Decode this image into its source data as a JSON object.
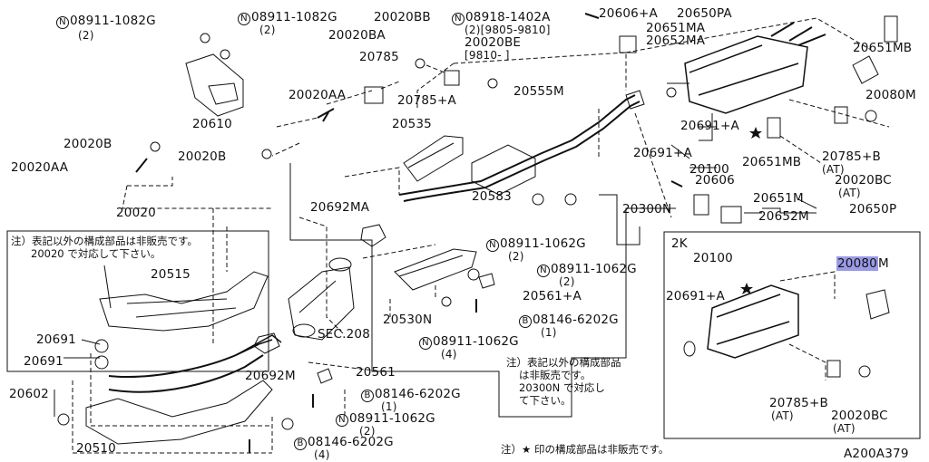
{
  "labels": {
    "p08911_1082g_l": "08911-1082G",
    "p08911_1082g_l_qty": "(2)",
    "p08911_1082g_r": "08911-1082G",
    "p08911_1082g_r_qty": "(2)",
    "p20020bb": "20020BB",
    "p08918_1402a": "08918-1402A",
    "p08918_1402a_qty": "(2)[9805-9810]",
    "p20020be": "20020BE",
    "p20020be_date": "[9810-    ]",
    "p20606a": "20606+A",
    "p20650pa": "20650PA",
    "p20651ma": "20651MA",
    "p20652ma": "20652MA",
    "p20651mb_top": "20651MB",
    "p20020ba": "20020BA",
    "p20785": "20785",
    "p20785a": "20785+A",
    "p20555m": "20555M",
    "p20080m_top": "20080M",
    "p20610": "20610",
    "p20020aa_top": "20020AA",
    "p20691a_top": "20691+A",
    "p20535": "20535",
    "p20785b_top": "20785+B",
    "p20785b_top_at": "(AT)",
    "p20020b_left": "20020B",
    "p20020b_mid": "20020B",
    "p20691a_mid": "20691+A",
    "p20100_top": "20100",
    "p20651mb_mid": "20651MB",
    "p20020aa_left": "20020AA",
    "p20020bc_top": "20020BC",
    "p20020bc_top_at": "(AT)",
    "p20606": "20606",
    "p20583": "20583",
    "p20300n": "20300N",
    "p20651m": "20651M",
    "p20652m": "20652M",
    "p20650p": "20650P",
    "p20020": "20020",
    "p20692ma": "20692MA",
    "p08911_1062g_a": "08911-1062G",
    "p08911_1062g_a_qty": "(2)",
    "p08911_1062g_b": "08911-1062G",
    "p08911_1062g_b_qty": "(2)",
    "p20515": "20515",
    "p20561a": "20561+A",
    "p20530n": "20530N",
    "p08146_6202g_a": "08146-6202G",
    "p08146_6202g_a_qty": "(1)",
    "p08911_1062g_c": "08911-1062G",
    "p08911_1062g_c_qty": "(4)",
    "psec208": "SEC.208",
    "p20691_a": "20691",
    "p20691_b": "20691",
    "p20692m": "20692M",
    "p20561": "20561",
    "p20602": "20602",
    "p08146_6202g_b": "08146-6202G",
    "p08146_6202g_b_qty": "(1)",
    "p08911_1062g_d": "08911-1062G",
    "p08911_1062g_d_qty": "(2)",
    "p20510": "20510",
    "p08146_6202g_c": "08146-6202G",
    "p08146_6202g_c_qty": "(4)",
    "inset_code": "2K",
    "inset_20100": "20100",
    "inset_20691a": "20691+A",
    "inset_20080m_a": "20080",
    "inset_20080m_b": "M",
    "inset_20785b": "20785+B",
    "inset_20785b_at": "(AT)",
    "inset_20020bc": "20020BC",
    "inset_20020bc_at": "(AT)",
    "drawing_code": "A200A379",
    "circle_n": "N",
    "circle_b": "B"
  },
  "notes": {
    "note_left_1": "注）表記以外の構成部品は非販売です。",
    "note_left_2": "20020 で対応して下さい。",
    "note_mid_1": "注）表記以外の構成部品",
    "note_mid_2": "は非販売です。",
    "note_mid_3": "20300N で対応し",
    "note_mid_4": "て下さい。",
    "note_bottom": "注）★ 印の構成部品は非販売です。"
  }
}
